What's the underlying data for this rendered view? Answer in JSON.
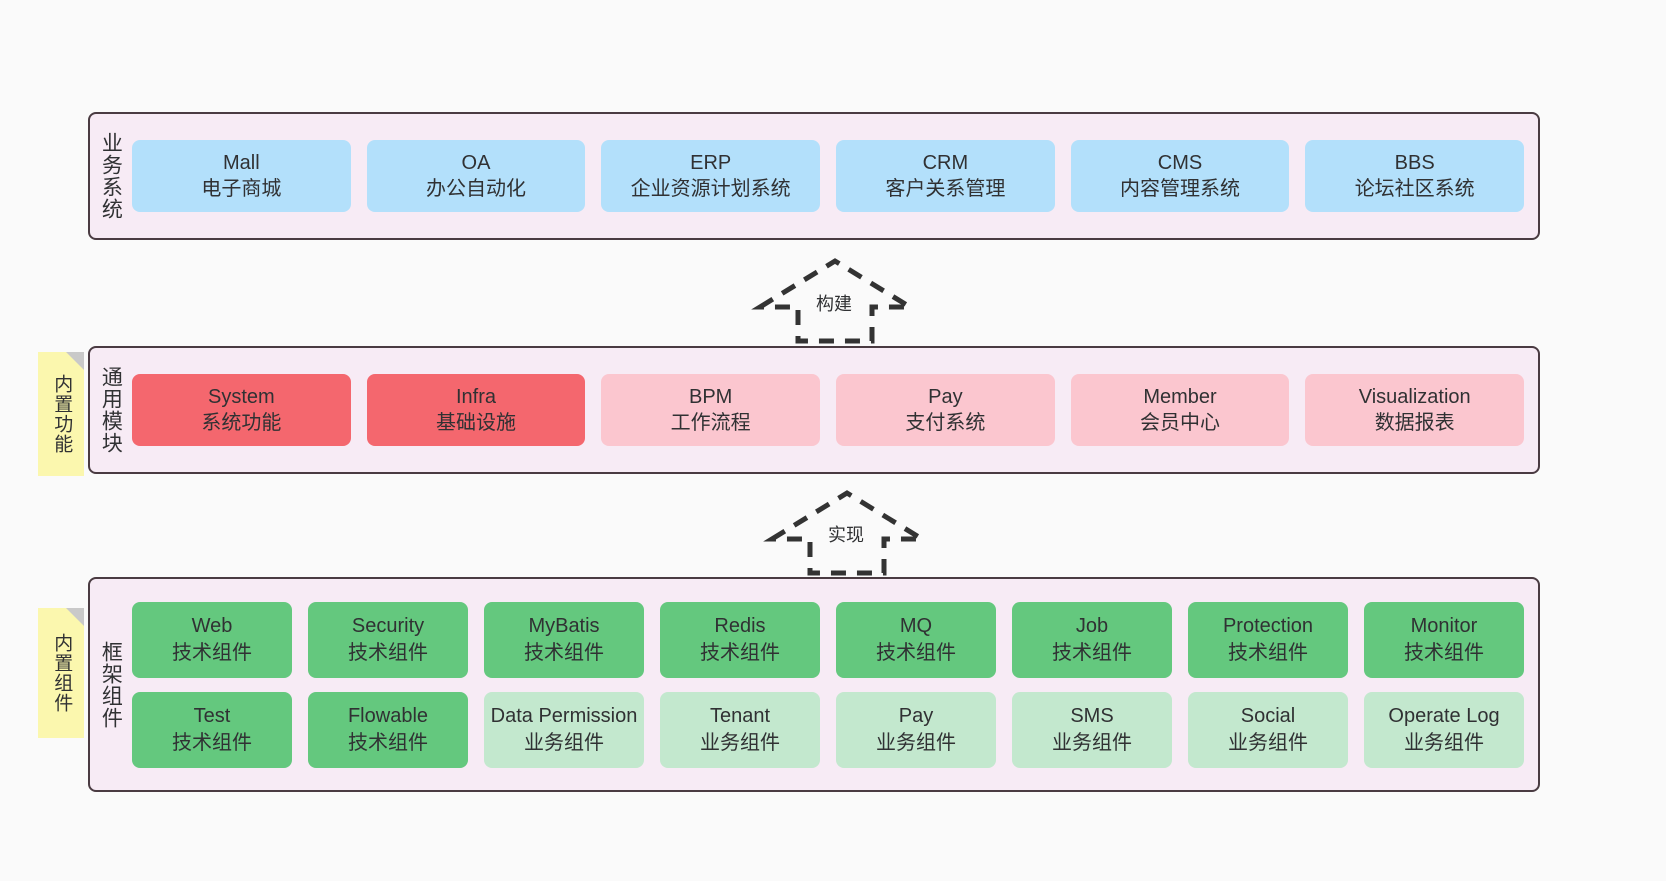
{
  "diagram": {
    "background": "#FAFAFA",
    "panel_bg": "#F7EBF5",
    "panel_border": "#4A3B42",
    "note_bg": "#FBF7AE",
    "colors": {
      "blue": "#B3E0FB",
      "red": "#F4676E",
      "pink": "#FBC6CF",
      "green": "#64C87E",
      "light_green": "#C3E8CE"
    }
  },
  "layers": {
    "business": {
      "title": "业务系统",
      "rows": [
        [
          {
            "name": "Mall",
            "desc": "电子商城",
            "style": "blue"
          },
          {
            "name": "OA",
            "desc": "办公自动化",
            "style": "blue"
          },
          {
            "name": "ERP",
            "desc": "企业资源计划系统",
            "style": "blue"
          },
          {
            "name": "CRM",
            "desc": "客户关系管理",
            "style": "blue"
          },
          {
            "name": "CMS",
            "desc": "内容管理系统",
            "style": "blue"
          },
          {
            "name": "BBS",
            "desc": "论坛社区系统",
            "style": "blue"
          }
        ]
      ]
    },
    "common": {
      "title": "通用模块",
      "rows": [
        [
          {
            "name": "System",
            "desc": "系统功能",
            "style": "red"
          },
          {
            "name": "Infra",
            "desc": "基础设施",
            "style": "red"
          },
          {
            "name": "BPM",
            "desc": "工作流程",
            "style": "pink"
          },
          {
            "name": "Pay",
            "desc": "支付系统",
            "style": "pink"
          },
          {
            "name": "Member",
            "desc": "会员中心",
            "style": "pink"
          },
          {
            "name": "Visualization",
            "desc": "数据报表",
            "style": "pink"
          }
        ]
      ]
    },
    "framework": {
      "title": "框架组件",
      "rows": [
        [
          {
            "name": "Web",
            "desc": "技术组件",
            "style": "green"
          },
          {
            "name": "Security",
            "desc": "技术组件",
            "style": "green"
          },
          {
            "name": "MyBatis",
            "desc": "技术组件",
            "style": "green"
          },
          {
            "name": "Redis",
            "desc": "技术组件",
            "style": "green"
          },
          {
            "name": "MQ",
            "desc": "技术组件",
            "style": "green"
          },
          {
            "name": "Job",
            "desc": "技术组件",
            "style": "green"
          },
          {
            "name": "Protection",
            "desc": "技术组件",
            "style": "green"
          },
          {
            "name": "Monitor",
            "desc": "技术组件",
            "style": "green"
          }
        ],
        [
          {
            "name": "Test",
            "desc": "技术组件",
            "style": "green"
          },
          {
            "name": "Flowable",
            "desc": "技术组件",
            "style": "green"
          },
          {
            "name": "Data Permission",
            "desc": "业务组件",
            "style": "light_green"
          },
          {
            "name": "Tenant",
            "desc": "业务组件",
            "style": "light_green"
          },
          {
            "name": "Pay",
            "desc": "业务组件",
            "style": "light_green"
          },
          {
            "name": "SMS",
            "desc": "业务组件",
            "style": "light_green"
          },
          {
            "name": "Social",
            "desc": "业务组件",
            "style": "light_green"
          },
          {
            "name": "Operate Log",
            "desc": "业务组件",
            "style": "light_green"
          }
        ]
      ]
    }
  },
  "notes": [
    {
      "id": "builtin-func",
      "text": "内置功能"
    },
    {
      "id": "builtin-comp",
      "text": "内置组件"
    }
  ],
  "arrows": [
    {
      "id": "build",
      "label": "构建",
      "direction": "up",
      "style": "dashed-hollow"
    },
    {
      "id": "impl",
      "label": "实现",
      "direction": "up",
      "style": "dashed-hollow"
    }
  ]
}
